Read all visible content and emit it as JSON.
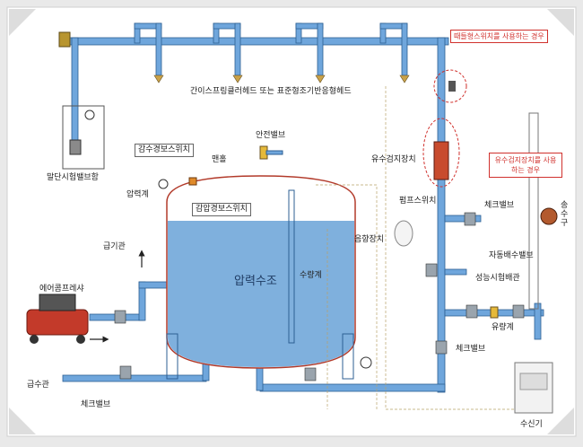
{
  "labels": {
    "sprinkler_head": "간이스프링클러헤드 또는 표준형조기반응형헤드",
    "end_test_valve": "말단시험밸브함",
    "low_water_switch": "감수경보스위치",
    "manhole": "맨홀",
    "safety_valve": "안전밸브",
    "pressure_gauge": "압력계",
    "low_pressure_switch": "감압경보스위치",
    "air_supply_pipe": "급기관",
    "air_compressor": "에어콤프레샤",
    "pressure_tank": "압력수조",
    "water_level_gauge": "수량계",
    "water_supply_pipe": "급수관",
    "check_valve_bottom": "체크밸브",
    "tamper_switch_note": "때들형스위치를 사용하는 경우",
    "flow_detector": "유수검지장치",
    "flow_detector_note": "유수검지장치를 사용하는 경우",
    "pump_switch": "펌프스위치",
    "check_valve_right": "체크밸브",
    "fire_dept_connection": "송수구",
    "auto_drain_valve": "자동배수밸브",
    "alarm_device": "음향장치",
    "performance_test_pipe": "성능시험배관",
    "flow_meter": "유량계",
    "check_valve_lower_right": "체크밸브",
    "receiver": "수신기"
  },
  "colors": {
    "pipe": "#6fa6dc",
    "pipe_edge": "#2d5f93",
    "tank_water": "#7fb0dd",
    "accent_red": "#d0312d"
  }
}
